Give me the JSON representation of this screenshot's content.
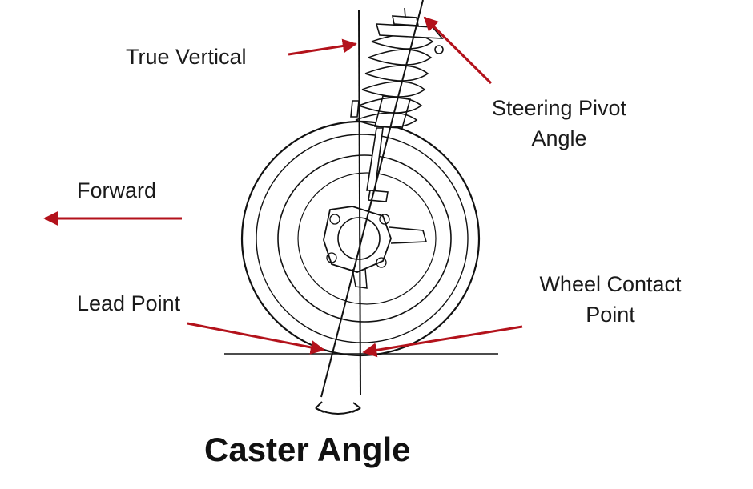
{
  "labels": {
    "true_vertical": "True Vertical",
    "steering_pivot_line1": "Steering Pivot",
    "steering_pivot_line2": "Angle",
    "forward": "Forward",
    "lead_point": "Lead Point",
    "wheel_contact_line1": "Wheel Contact",
    "wheel_contact_line2": "Point",
    "caster_angle": "Caster Angle"
  },
  "colors": {
    "arrow": "#b3121b",
    "line": "#111111",
    "background": "#ffffff"
  },
  "icons": {
    "wheel": "wheel-icon",
    "strut": "coil-spring-strut-icon",
    "angle_arc": "double-arrow-arc-icon"
  }
}
